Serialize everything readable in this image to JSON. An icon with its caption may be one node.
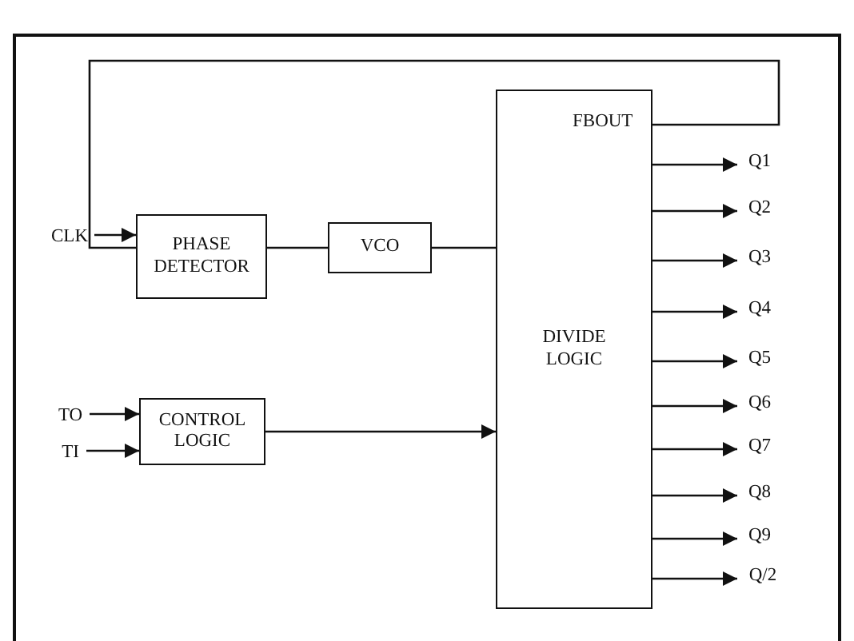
{
  "diagram": {
    "nodes": [
      {
        "text": [
          "PHASE DETECTOR"
        ]
      },
      {
        "text": [
          "VCO"
        ]
      },
      {
        "text": [
          "DIVIDE LOGIC"
        ]
      },
      {
        "text": [
          "CLK"
        ]
      },
      {
        "text": [
          "CONTROL LOGIC"
        ]
      },
      {
        "text": [
          "TO"
        ]
      },
      {
        "text": [
          "TI"
        ]
      },
      {
        "text": [
          "Q1"
        ]
      },
      {
        "text": [
          "Q2"
        ]
      },
      {
        "text": [
          "Q3"
        ]
      },
      {
        "text": [
          "Q4"
        ]
      },
      {
        "text": [
          "Q5"
        ]
      },
      {
        "text": [
          "Q6"
        ]
      },
      {
        "text": [
          "Q7"
        ]
      },
      {
        "text": [
          "Q8"
        ]
      },
      {
        "text": [
          "Q9"
        ]
      },
      {
        "text": [
          "Q/2"
        ]
      }
    ],
    "edges": [
      {
        "from": 2,
        "to": 0,
        "arrow": "none"
      },
      {
        "from": 3,
        "to": 0,
        "arrow": "to"
      },
      {
        "from": 0,
        "to": 1,
        "arrow": "none"
      },
      {
        "from": 1,
        "to": 2,
        "arrow": "none"
      },
      {
        "from": 5,
        "to": 4,
        "arrow": "to"
      },
      {
        "from": 6,
        "to": 4,
        "arrow": "to"
      },
      {
        "from": 4,
        "to": 2,
        "arrow": "to"
      },
      {
        "from": 2,
        "to": 7,
        "arrow": "to"
      },
      {
        "from": 2,
        "to": 8,
        "arrow": "to"
      },
      {
        "from": 2,
        "to": 9,
        "arrow": "to"
      },
      {
        "from": 2,
        "to": 10,
        "arrow": "to"
      },
      {
        "from": 2,
        "to": 11,
        "arrow": "to"
      },
      {
        "from": 2,
        "to": 12,
        "arrow": "to"
      },
      {
        "from": 2,
        "to": 13,
        "arrow": "to"
      },
      {
        "from": 2,
        "to": 14,
        "arrow": "to"
      },
      {
        "from": 2,
        "to": 15,
        "arrow": "to"
      },
      {
        "from": 2,
        "to": 16,
        "arrow": "to"
      }
    ],
    "labels": [
      "FBOUT"
    ]
  }
}
